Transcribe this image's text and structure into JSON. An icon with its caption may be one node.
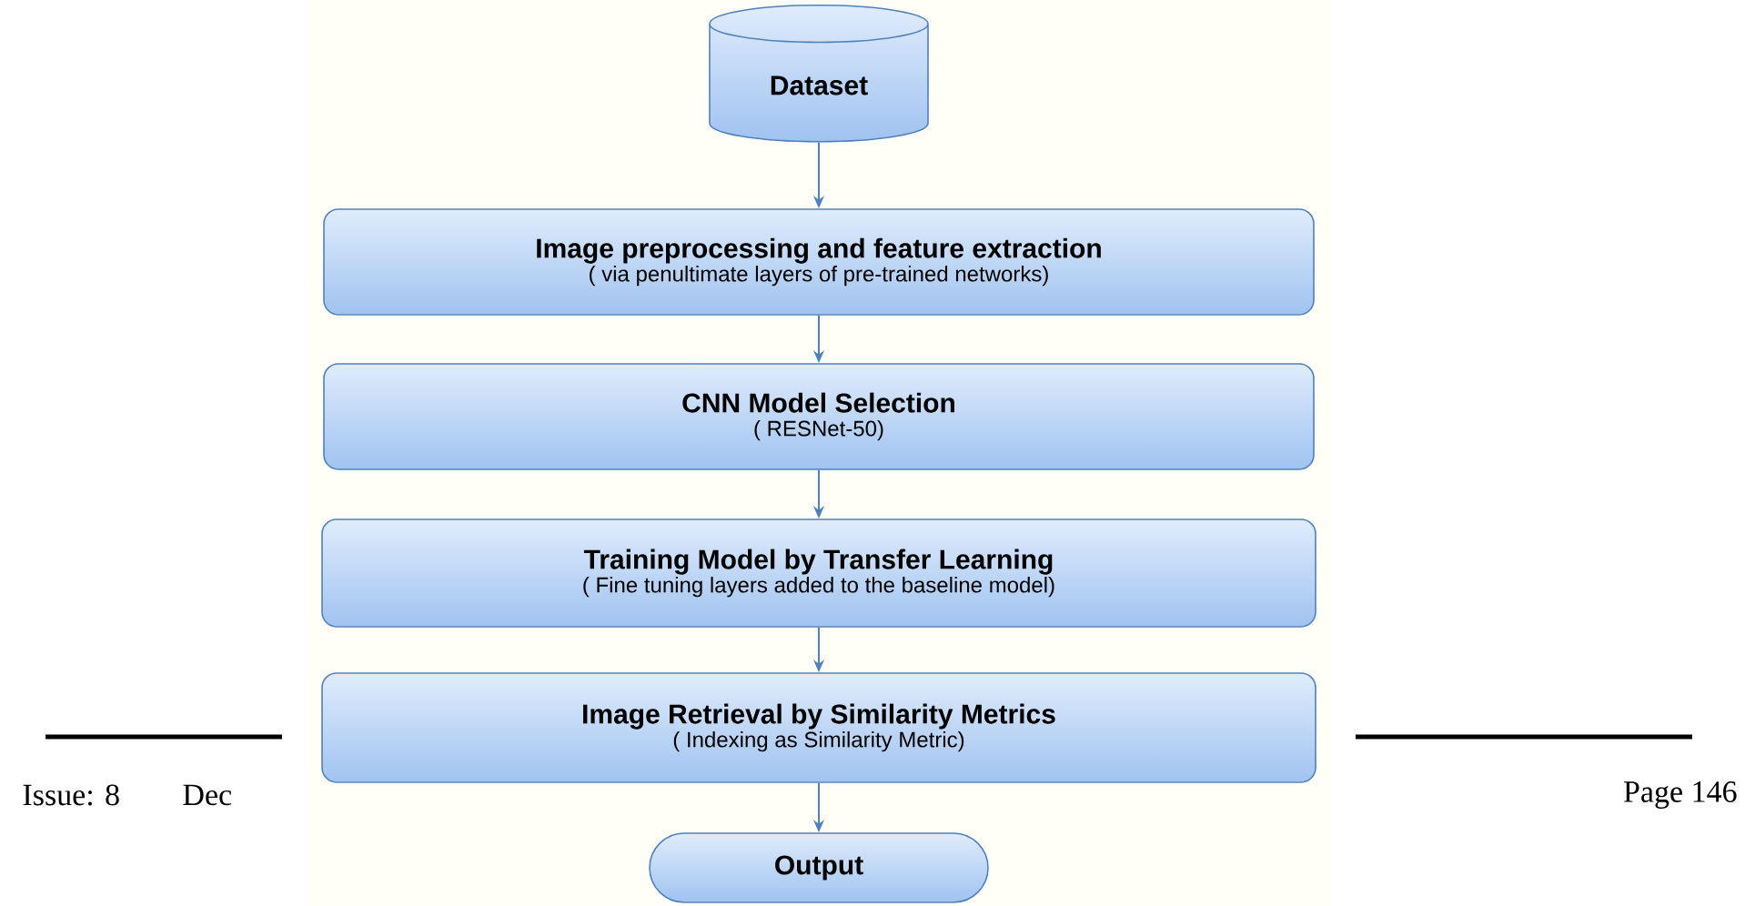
{
  "diagram": {
    "nodes": [
      {
        "text": [
          "Dataset"
        ]
      },
      {
        "text": [
          "Image preprocessing and feature extraction",
          "( via penultimate layers of pre-trained networks)"
        ]
      },
      {
        "text": [
          "CNN Model Selection",
          "( RESNet-50)"
        ]
      },
      {
        "text": [
          "Training Model by Transfer Learning",
          "( Fine tuning layers added to the baseline model)"
        ]
      },
      {
        "text": [
          "Image Retrieval by Similarity Metrics",
          "( Indexing as Similarity Metric)"
        ]
      },
      {
        "text": [
          "Output"
        ]
      }
    ],
    "edges": [
      {
        "from": 0,
        "to": 1,
        "arrow": "to"
      },
      {
        "from": 1,
        "to": 2,
        "arrow": "to"
      },
      {
        "from": 2,
        "to": 3,
        "arrow": "to"
      },
      {
        "from": 3,
        "to": 4,
        "arrow": "to"
      },
      {
        "from": 4,
        "to": 5,
        "arrow": "to"
      }
    ],
    "labels": [
      "Issue: 8",
      "Dec",
      "Page 146"
    ]
  }
}
